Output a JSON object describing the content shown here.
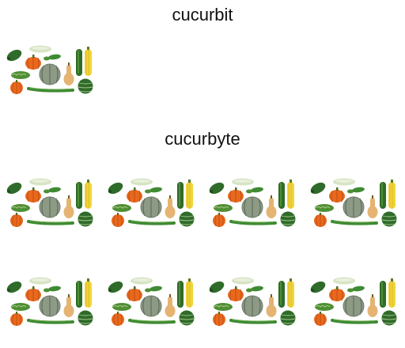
{
  "titles": {
    "bit": "cucurbit",
    "byte": "cucurbyte"
  },
  "illustration": {
    "name": "cucurbit-cluster",
    "items": [
      "zucchini-dark",
      "pumpkin",
      "light-gourd",
      "cucumber-top",
      "pickle-green",
      "zucchini-tall",
      "yellow-squash",
      "bitter-melon",
      "cantaloupe",
      "butternut",
      "orange-pumpkin-small",
      "snake-cucumber",
      "watermelon-small"
    ]
  },
  "counts": {
    "bit": 1,
    "byte": 8
  },
  "colors": {
    "dark_green": "#2f6b2a",
    "green": "#4f8f34",
    "light_green": "#a9c98b",
    "pale": "#d6e4c3",
    "orange": "#e8681e",
    "yellow": "#f1d43a",
    "tan": "#e5b472",
    "melon_gray": "#8c9a86"
  }
}
